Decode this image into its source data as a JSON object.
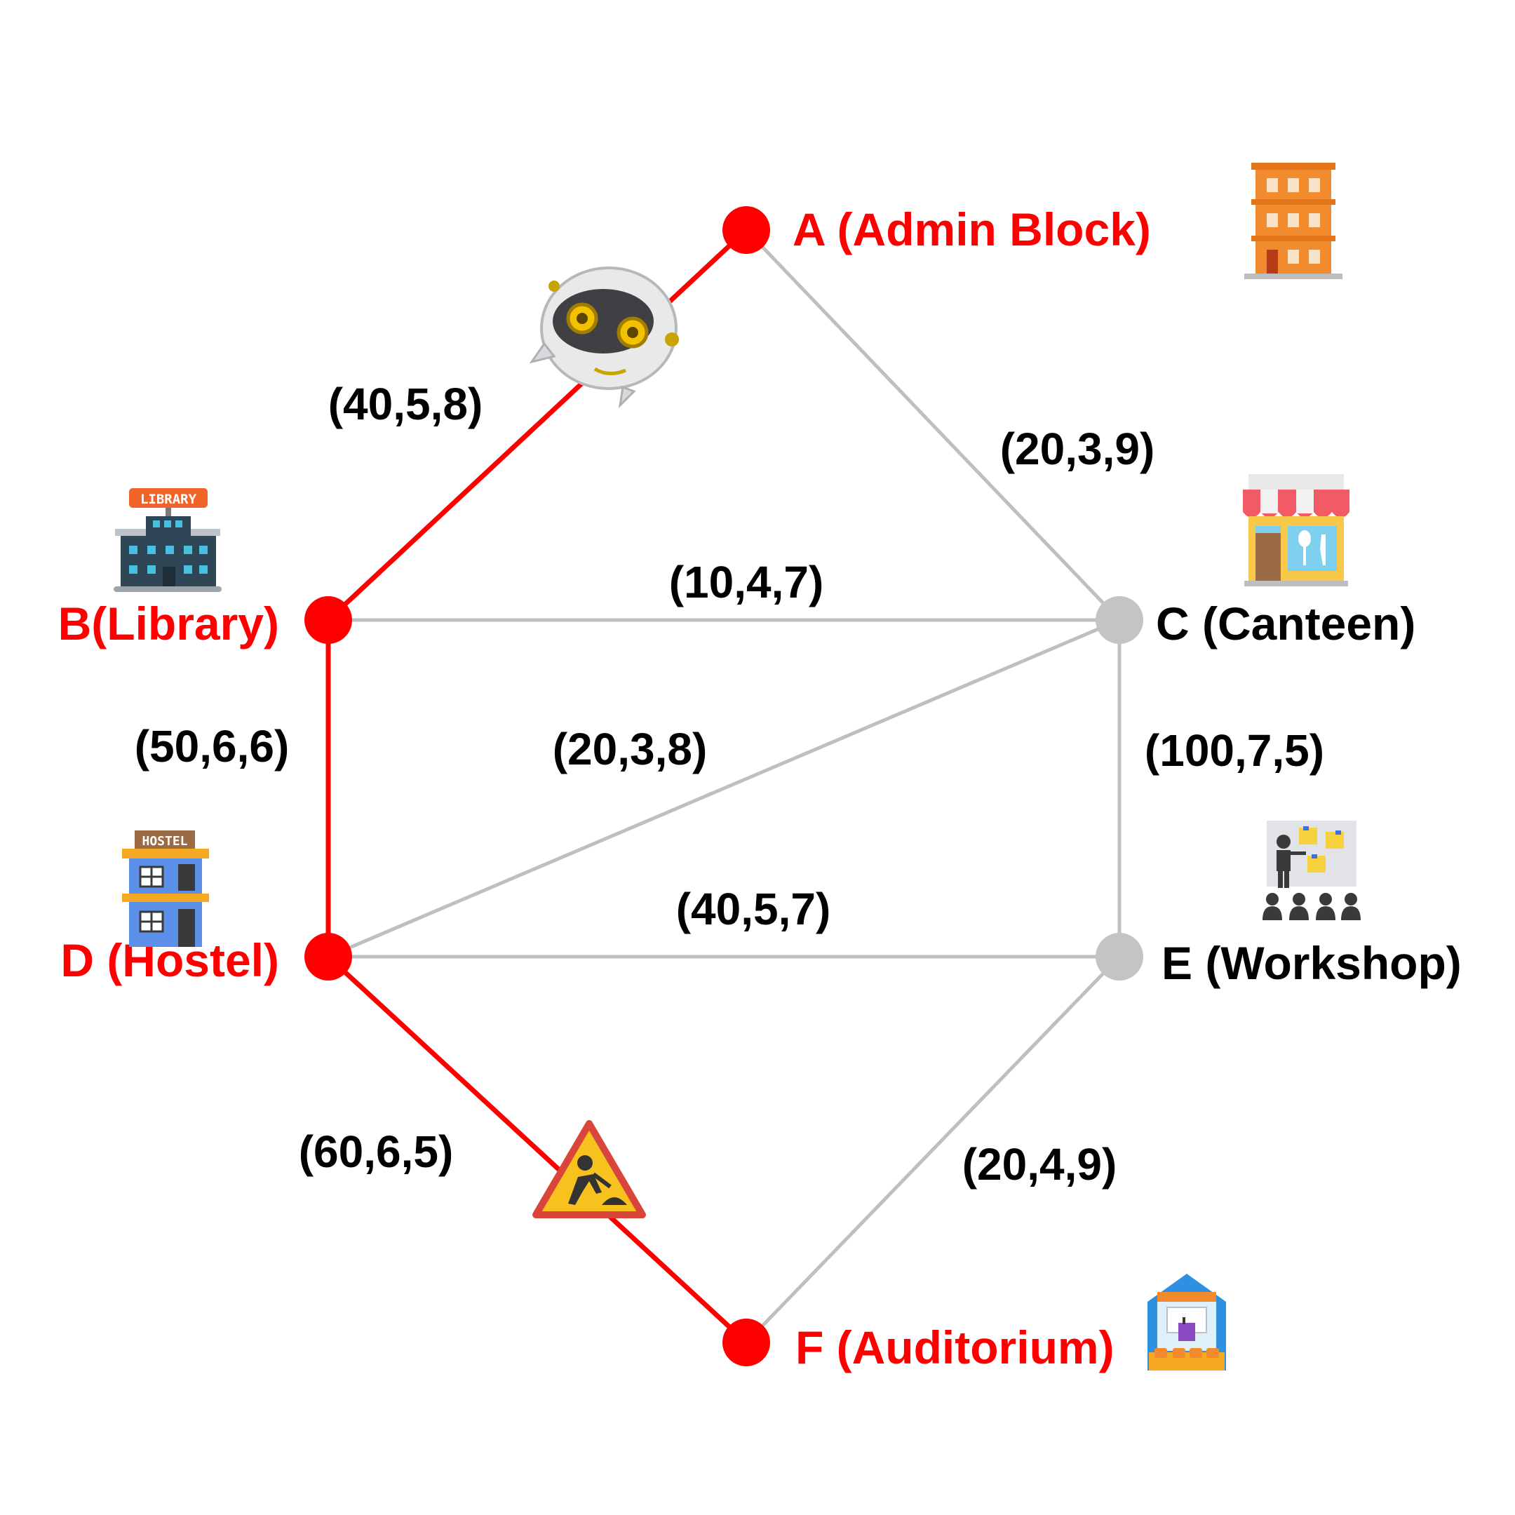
{
  "colors": {
    "path": "#ff0000",
    "inactive_edge": "#bfbfbf",
    "inactive_node": "#c4c4c4",
    "label_on_path": "#ff0000",
    "label_off_path": "#000000"
  },
  "nodes": [
    {
      "id": "A",
      "label": "A (Admin Block)",
      "on_path": true,
      "icon": "office-building-icon"
    },
    {
      "id": "B",
      "label": "B(Library)",
      "on_path": true,
      "icon": "library-building-icon"
    },
    {
      "id": "C",
      "label": "C (Canteen)",
      "on_path": false,
      "icon": "shop-storefront-icon"
    },
    {
      "id": "D",
      "label": "D (Hostel)",
      "on_path": true,
      "icon": "hostel-building-icon"
    },
    {
      "id": "E",
      "label": "E (Workshop)",
      "on_path": false,
      "icon": "presentation-audience-icon"
    },
    {
      "id": "F",
      "label": "F (Auditorium)",
      "on_path": true,
      "icon": "auditorium-stage-icon"
    }
  ],
  "edges": [
    {
      "from": "A",
      "to": "B",
      "label": "(40,5,8)",
      "on_path": true
    },
    {
      "from": "A",
      "to": "C",
      "label": "(20,3,9)",
      "on_path": false
    },
    {
      "from": "B",
      "to": "C",
      "label": "(10,4,7)",
      "on_path": false
    },
    {
      "from": "B",
      "to": "D",
      "label": "(50,6,6)",
      "on_path": true
    },
    {
      "from": "C",
      "to": "D",
      "label": "(20,3,8)",
      "on_path": false
    },
    {
      "from": "C",
      "to": "E",
      "label": "(100,7,5)",
      "on_path": false
    },
    {
      "from": "D",
      "to": "E",
      "label": "(40,5,7)",
      "on_path": false
    },
    {
      "from": "D",
      "to": "F",
      "label": "(60,6,5)",
      "on_path": true
    },
    {
      "from": "E",
      "to": "F",
      "label": "(20,4,9)",
      "on_path": false
    }
  ],
  "markers": [
    {
      "name": "robot-icon",
      "edge": "A-B"
    },
    {
      "name": "road-work-warning-icon",
      "edge": "D-F"
    }
  ],
  "icon_text": {
    "library_sign": "LIBRARY",
    "hostel_sign": "HOSTEL"
  }
}
